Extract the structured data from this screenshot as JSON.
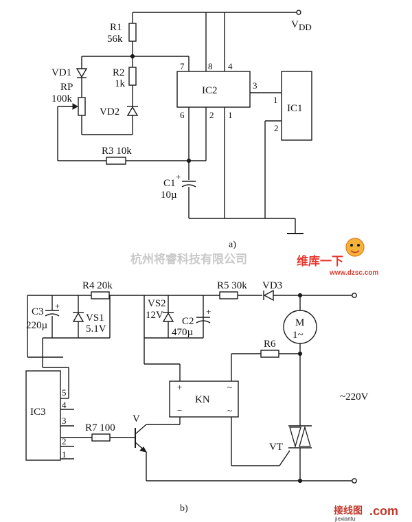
{
  "diagram_a": {
    "caption": "a)",
    "vdd_label": "V",
    "vdd_sub": "DD",
    "r1_name": "R1",
    "r1_value": "56k",
    "r2_name": "R2",
    "r2_value": "1k",
    "vd1": "VD1",
    "rp_name": "RP",
    "rp_value": "100k",
    "vd2": "VD2",
    "r3": "R3 10k",
    "c1_name": "C1",
    "c1_value": "10µ",
    "ic2": "IC2",
    "ic1": "IC1",
    "ic2_pins": [
      "7",
      "8",
      "4",
      "3",
      "6",
      "2",
      "1"
    ],
    "ic1_pins": [
      "1",
      "2"
    ]
  },
  "diagram_b": {
    "caption": "b)",
    "r4": "R4 20k",
    "r5": "R5 30k",
    "vd3": "VD3",
    "c3_name": "C3",
    "c3_value": "220µ",
    "vs1_name": "VS1",
    "vs1_value": "5.1V",
    "vs2_name": "VS2",
    "vs2_value": "12V",
    "c2_name": "C2",
    "c2_value": "470µ",
    "motor_m": "M",
    "motor_sub": "1~",
    "r6": "R6",
    "kn": "KN",
    "kn_plus": "+",
    "kn_minus": "−",
    "kn_ac": "~",
    "ic3": "IC3",
    "ic3_pins": [
      "5",
      "4",
      "3",
      "2",
      "1"
    ],
    "r7": "R7 100",
    "transistor": "V",
    "triac": "VT",
    "mains": "~220V"
  },
  "watermarks": {
    "company": "杭州将睿科技有限公司",
    "logo_text": "维库一下",
    "logo_url": "www.dzsc.com",
    "footer_cn": "接线图",
    "footer_com": ".com",
    "footer_url": "jiexiantu"
  }
}
